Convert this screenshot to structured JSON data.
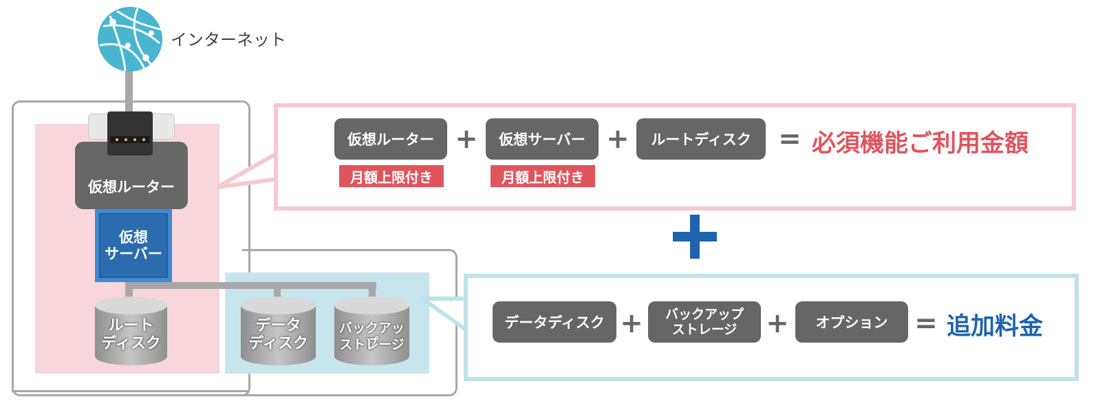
{
  "internet": {
    "label": "インターネット"
  },
  "left": {
    "router": {
      "label": "仮想ルーター"
    },
    "server": {
      "line1": "仮想",
      "line2": "サーバー"
    },
    "root_disk": {
      "line1": "ルート",
      "line2": "ディスク"
    },
    "data_disk": {
      "line1": "データ",
      "line2": "ディスク"
    },
    "backup": {
      "line1": "バックアップ",
      "line2": "ストレージ"
    }
  },
  "required": {
    "items": [
      "仮想ルーター",
      "仮想サーバー",
      "ルートディスク"
    ],
    "tags": [
      "月額上限付き",
      "月額上限付き"
    ],
    "plus": "+",
    "equals": "=",
    "result": "必須機能ご利用金額"
  },
  "between_plus": "+",
  "additional": {
    "items": [
      "データディスク",
      "バックアップ ストレージ",
      "オプション"
    ],
    "item2_line1": "バックアップ",
    "item2_line2": "ストレージ",
    "plus": "+",
    "equals": "=",
    "result": "追加料金"
  },
  "colors": {
    "pink_border": "#f6c9d0",
    "pink_fill": "#f8d6dc",
    "blue_border": "#bfe2ea",
    "blue_fill": "#c7e5ec",
    "pill_gray": "#666666",
    "red_text": "#e0555d",
    "blue_text": "#1e63ad"
  }
}
